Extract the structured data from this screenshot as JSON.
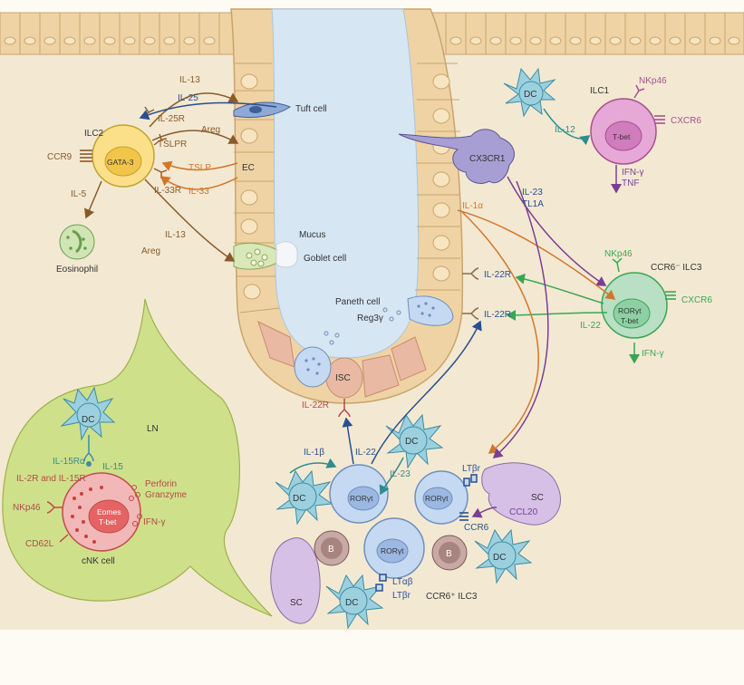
{
  "colors": {
    "background": "#f3e9d2",
    "lumen": "#d6e6f2",
    "epithelium": "#efd3a4",
    "ilc2": "#fbe089",
    "ilc1": "#e6a8d6",
    "ilc3_green": "#b9dfc5",
    "ilc3_blue": "#c5d9f2",
    "ln": "#cfe08a",
    "cnk": "#e46464",
    "brown": "#8a5a2b",
    "orange": "#d2762b",
    "blue": "#2a4f8f",
    "teal": "#2f8c8c",
    "purple": "#7a3f93",
    "green": "#3aa655"
  },
  "labels": {
    "ilc2": "ILC2",
    "ccr9": "CCR9",
    "gata3": "GATA-3",
    "il5": "IL-5",
    "eosinophil": "Eosinophil",
    "il13_top": "IL-13",
    "il25": "IL-25",
    "il25r": "IL-25R",
    "areg_top": "Areg",
    "tslpr": "TSLPR",
    "tslp": "TSLP",
    "il33r": "IL-33R",
    "il33": "IL-33",
    "il13_bottom": "IL-13",
    "areg_bottom": "Areg",
    "tuft_cell": "Tuft cell",
    "ec": "EC",
    "mucus": "Mucus",
    "goblet_cell": "Goblet cell",
    "paneth_cell": "Paneth cell",
    "reg3g": "Reg3γ",
    "isc": "ISC",
    "il22r_isc": "IL-22R",
    "il22r_right1": "IL-22R",
    "il22r_right2": "IL-22R",
    "dc": "DC",
    "il12": "IL-12",
    "ilc1": "ILC1",
    "nkp46_ilc1": "NKp46",
    "cxcr6_ilc1": "CXCR6",
    "tbet": "T-bet",
    "ifng_tnf_1": "IFN-γ",
    "ifng_tnf_2": "TNF",
    "cx3cr1": "CX3CR1",
    "il23_tl1a_1": "IL-23",
    "il23_tl1a_2": "TL1A",
    "il1a": "IL-1α",
    "nkp46_ilc3": "NKp46",
    "ccr6neg_ilc3": "CCR6⁻ ILC3",
    "cxcr6_ilc3": "CXCR6",
    "rorgt_tbet_1": "RORγt",
    "rorgt_tbet_2": "T-bet",
    "il22_right": "IL-22",
    "ifng_ilc3": "IFN-γ",
    "ln": "LN",
    "il15ra": "IL-15Rα",
    "il15": "IL-15",
    "il2r_il15r": "IL-2R and IL-15R",
    "perforin": "Perforin",
    "granzyme": "Granzyme",
    "nkp46_cnk": "NKp46",
    "eomes": "Eomes",
    "tbet_cnk": "T-bet",
    "ifng_cnk": "IFN-γ",
    "cd62l": "CD62L",
    "cnk_cell": "cNK cell",
    "il1b": "IL-1β",
    "il22_bottom": "IL-22",
    "il23_bottom": "IL-23",
    "rorgt": "RORγt",
    "ltbr_top": "LTβr",
    "sc": "SC",
    "ccl20": "CCL20",
    "ccr6": "CCR6",
    "b": "B",
    "ltab": "LTαβ",
    "ltbr_bottom": "LTβr",
    "ccr6pos_ilc3": "CCR6⁺ ILC3"
  }
}
